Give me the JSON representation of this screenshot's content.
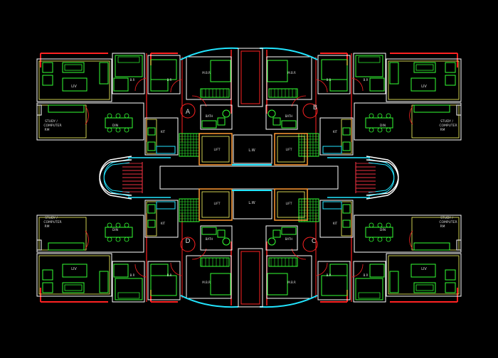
{
  "colors": {
    "background": "#000000",
    "wall": "#ffffff",
    "outline_yellow": "#ffff66",
    "glass_cyan": "#22e5ff",
    "furniture_green": "#33ff33",
    "door_red": "#ff2222",
    "stair_red": "#ff3344",
    "lift_orange": "#ff9933",
    "text": "#dddddd"
  },
  "labels": {
    "liv": "LIV",
    "din": "DIN",
    "study": "STUDY /",
    "computer": "COMPUTER",
    "rm": "RM",
    "br": "B.R",
    "mbr": "M.B.R",
    "bath": "BATH",
    "kit": "KIT",
    "lift": "LIFT",
    "lw": "L.W"
  },
  "units": [
    "A",
    "B",
    "C",
    "D"
  ]
}
